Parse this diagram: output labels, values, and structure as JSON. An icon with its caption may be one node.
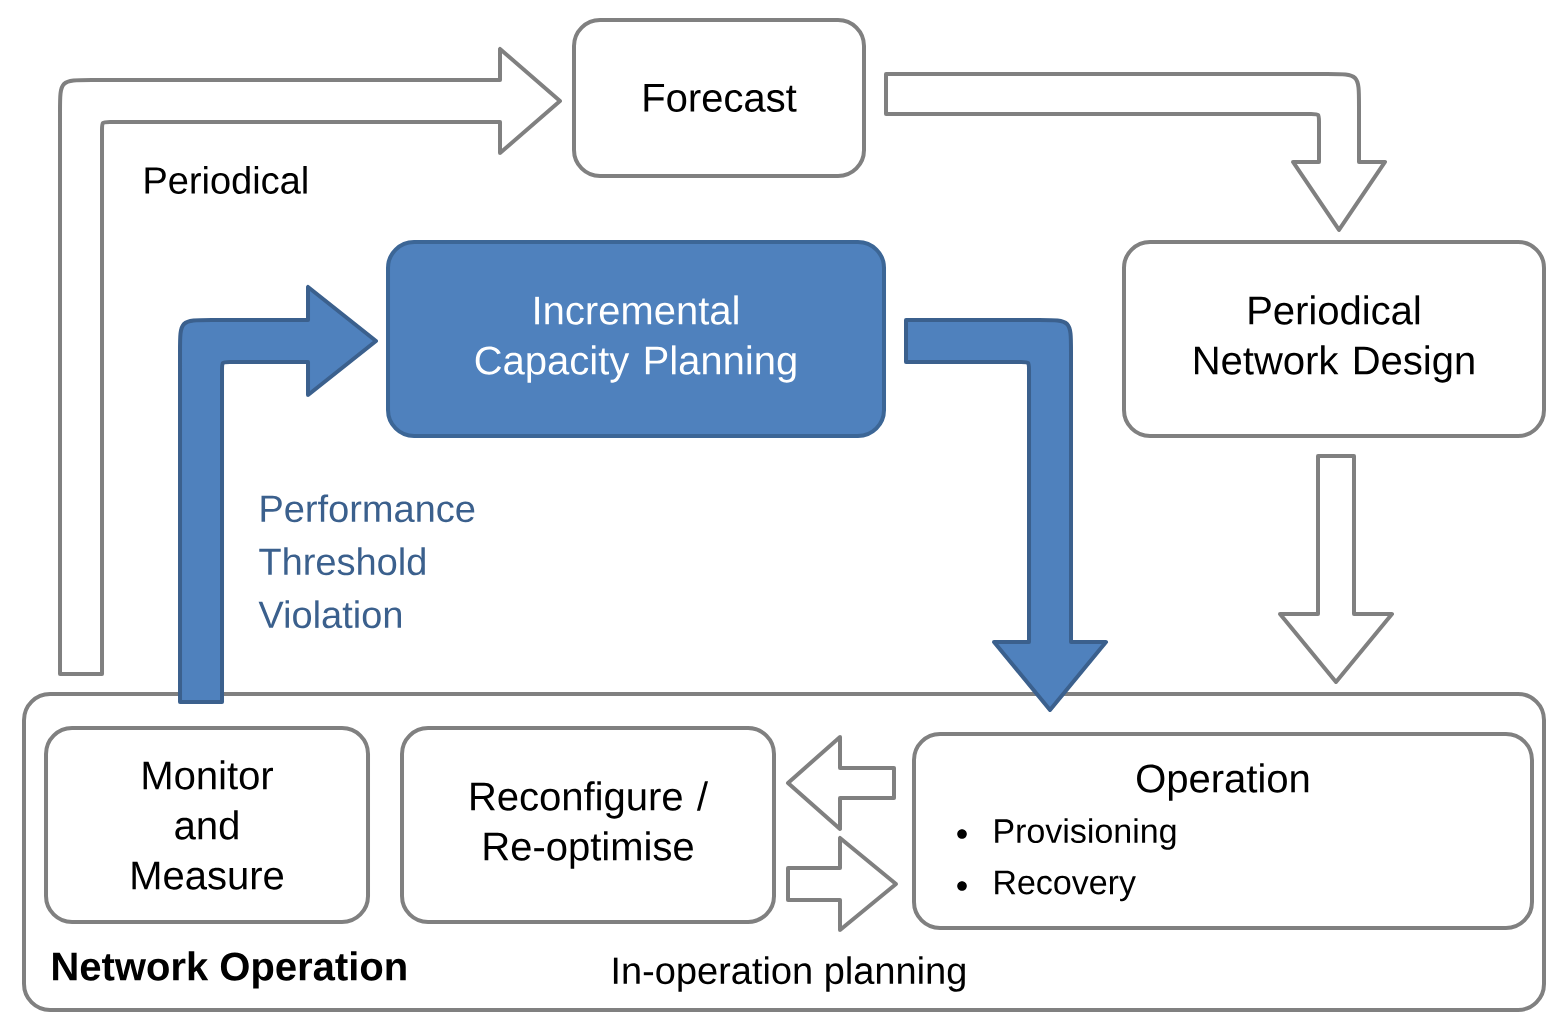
{
  "diagram": {
    "nodes": [
      {
        "text": [
          "Network Operation"
        ]
      },
      {
        "text": [
          "Monitor and Measure"
        ],
        "in": 0
      },
      {
        "text": [
          "Reconfigure / Re-optimise"
        ],
        "in": 0
      },
      {
        "text": [
          "Operation",
          "Provisioning",
          "Recovery"
        ],
        "in": 0
      },
      {
        "text": [
          "Forecast"
        ]
      },
      {
        "text": [
          "Incremental Capacity Planning"
        ]
      },
      {
        "text": [
          "Periodical Network Design"
        ]
      }
    ],
    "edges": [
      {
        "from": 0,
        "to": 4,
        "arrow": "to",
        "label": "Periodical"
      },
      {
        "from": 4,
        "to": 6,
        "arrow": "to"
      },
      {
        "from": 6,
        "to": 0,
        "arrow": "to"
      },
      {
        "from": 1,
        "to": 5,
        "arrow": "to",
        "label": "Performance Threshold Violation",
        "color": "#4f81bd"
      },
      {
        "from": 5,
        "to": 3,
        "arrow": "to",
        "color": "#4f81bd"
      },
      {
        "from": 3,
        "to": 2,
        "arrow": "to"
      },
      {
        "from": 2,
        "to": 3,
        "arrow": "to"
      }
    ],
    "labels": [
      "In-operation planning"
    ]
  }
}
